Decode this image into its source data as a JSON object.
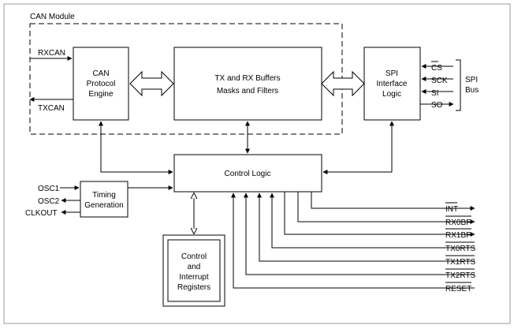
{
  "module_label": "CAN Module",
  "blocks": {
    "can_engine": [
      "CAN",
      "Protocol",
      "Engine"
    ],
    "buffers": [
      "TX and RX Buffers",
      "Masks and Filters"
    ],
    "spi": [
      "SPI",
      "Interface",
      "Logic"
    ],
    "control_logic": "Control Logic",
    "timing": [
      "Timing",
      "Generation"
    ],
    "registers": [
      "Control",
      "and",
      "Interrupt",
      "Registers"
    ]
  },
  "can_pins": {
    "rx": "RXCAN",
    "tx": "TXCAN"
  },
  "osc_pins": {
    "osc1": "OSC1",
    "osc2": "OSC2",
    "clkout": "CLKOUT"
  },
  "spi_pins": {
    "cs": "CS",
    "sck": "SCK",
    "si": "SI",
    "so": "SO"
  },
  "spi_bus_label": [
    "SPI",
    "Bus"
  ],
  "output_pins": [
    "INT",
    "RX0BF",
    "RX1BF",
    "TX0RTS",
    "TX1RTS",
    "TX2RTS",
    "RESET"
  ]
}
